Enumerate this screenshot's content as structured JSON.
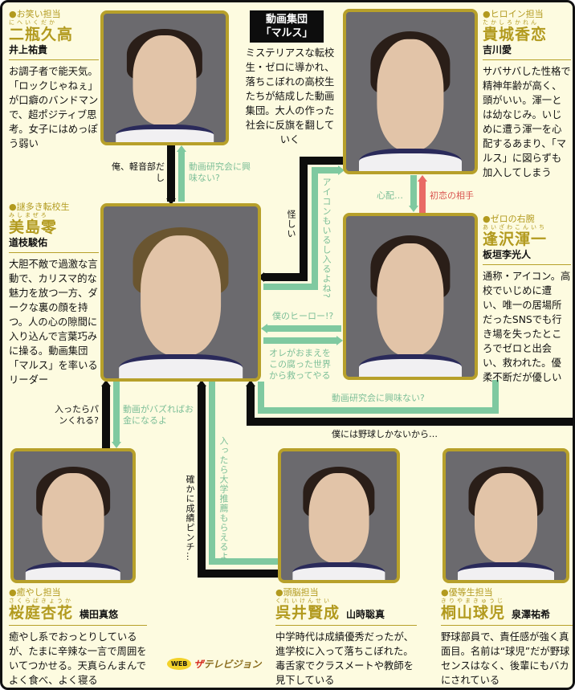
{
  "center": {
    "title_line1": "動画集団",
    "title_line2": "「マルス」",
    "description": "ミステリアスな転校生・ゼロに導かれ、落ちこぼれの高校生たちが結成した動画集団。大人の作った社会に反旗を翻していく"
  },
  "characters": [
    {
      "id": "nihei",
      "role": "●お笑い担当",
      "ruby": "にへいくだか",
      "name": "二瓶久高",
      "actor": "井上祐貴",
      "description": "お調子者で能天気。「ロックじゃねぇ」が口癖のバンドマンで、超ポジティブ思考。女子にはめっぽう弱い"
    },
    {
      "id": "takashiro",
      "role": "●ヒロイン担当",
      "ruby": "たかしろかれん",
      "name": "貴城香恋",
      "actor": "吉川愛",
      "description": "サバサバした性格で精神年齢が高く、頭がいい。渾一とは幼なじみ。いじめに遭う渾一を心配するあまり、「マルス」に図らずも加入してしまう"
    },
    {
      "id": "mishima",
      "role": "●謎多き転校生",
      "ruby": "みしまぜろ",
      "name": "美島零",
      "actor": "道枝駿佑",
      "description": "大胆不敵で過激な言動で、カリスマ的な魅力を放つ一方、ダークな裏の顔を持つ。人の心の隙間に入り込んで言葉巧みに操る。動画集団「マルス」を率いるリーダー"
    },
    {
      "id": "aizawa",
      "role": "●ゼロの右腕",
      "ruby": "あいざわこんいち",
      "name": "逢沢渾一",
      "actor": "板垣李光人",
      "description": "通称・アイコン。高校でいじめに遭い、唯一の居場所だったSNSでも行き場を失ったところでゼロと出会い、救われた。優柔不断だが優しい"
    },
    {
      "id": "sakuraba",
      "role": "●癒やし担当",
      "ruby": "さくらばきょうか",
      "name": "桜庭杏花",
      "actor": "横田真悠",
      "description": "癒やし系でおっとりしているが、たまに辛辣な一言で周囲をいてつかせる。天真らんまんでよく食べ、よく寝る"
    },
    {
      "id": "kurei",
      "role": "●頭脳担当",
      "ruby": "くれいけんせい",
      "name": "呉井賢成",
      "actor": "山時聡真",
      "description": "中学時代は成績優秀だったが、進学校に入って落ちこぼれた。毒舌家でクラスメートや教師を見下している"
    },
    {
      "id": "kiriyama",
      "role": "●優等生担当",
      "ruby": "きりやまきゅうじ",
      "name": "桐山球児",
      "actor": "泉澤祐希",
      "description": "野球部員で、責任感が強く真面目。名前は“球児”だが野球センスはなく、後輩にもバカにされている"
    }
  ],
  "relations": {
    "nihei_to_zero": "俺、軽音部だし",
    "zero_to_nihei": "動画研究会に興味ない?",
    "aizawa_to_zero": "怪しい",
    "zero_to_takashiro": "アイコンもいるし入るよね?",
    "takashiro_to_aizawa": "心配…",
    "aizawa_to_takashiro": "初恋の相手",
    "aizawa_hero": "僕のヒーロー!?",
    "zero_save": "オレがおまえをこの腐った世界から救ってやる",
    "sakuraba_to_zero": "入ったらパンくれる?",
    "zero_to_sakuraba": "動画がバズればお金になるよ",
    "kurei_to_zero": "確かに成績ピンチ…",
    "zero_to_kurei": "入ったら大学推薦もらえるよ",
    "zero_to_kiriyama": "動画研究会に興味ない?",
    "kiriyama_to_zero": "僕には野球しかないから…"
  },
  "logo": {
    "web": "WEB",
    "brand_a": "ザ",
    "brand_b": "テレビジョン"
  },
  "colors": {
    "gold": "#b29a1e",
    "green": "#7fc9a0",
    "red": "#e96a65",
    "black": "#0d0d0d",
    "background": "#fdfbe0"
  }
}
